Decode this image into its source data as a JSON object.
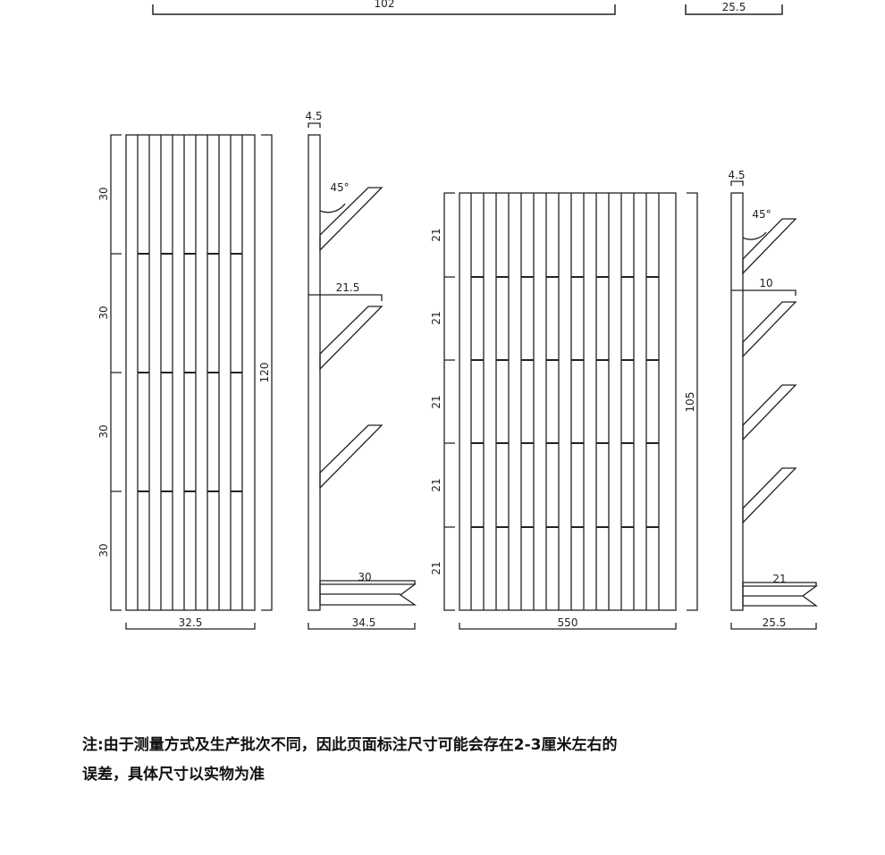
{
  "top_dims": {
    "left": "102",
    "right": "25.5"
  },
  "shelf1": {
    "front": {
      "row_heights": [
        "30",
        "30",
        "30",
        "30"
      ],
      "total_height": "120",
      "width": "32.5"
    },
    "side": {
      "thickness": "4.5",
      "angle": "45°",
      "shelf_depth": "21.5",
      "base_depth": "30",
      "total_depth": "34.5"
    }
  },
  "shelf2": {
    "front": {
      "row_heights": [
        "21",
        "21",
        "21",
        "21",
        "21"
      ],
      "total_height": "105",
      "width": "550"
    },
    "side": {
      "thickness": "4.5",
      "angle": "45°",
      "shelf_depth": "10",
      "base_depth": "21",
      "total_depth": "25.5"
    }
  },
  "note": {
    "line1": "注:由于测量方式及生产批次不同，因此页面标注尺寸可能会存在2-3厘米左右的",
    "line2": "误差，具体尺寸以实物为准"
  },
  "colors": {
    "line": "#222222",
    "background": "#ffffff"
  }
}
